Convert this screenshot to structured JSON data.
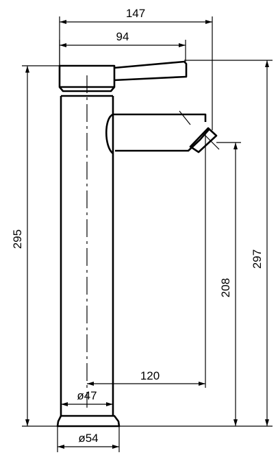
{
  "drawing": {
    "dimensions": {
      "overall_width": "147",
      "handle_reach": "94",
      "body_height": "295",
      "total_height": "297",
      "spout_height": "208",
      "spout_projection": "120",
      "inner_diameter": "ø47",
      "base_diameter": "ø54"
    }
  }
}
